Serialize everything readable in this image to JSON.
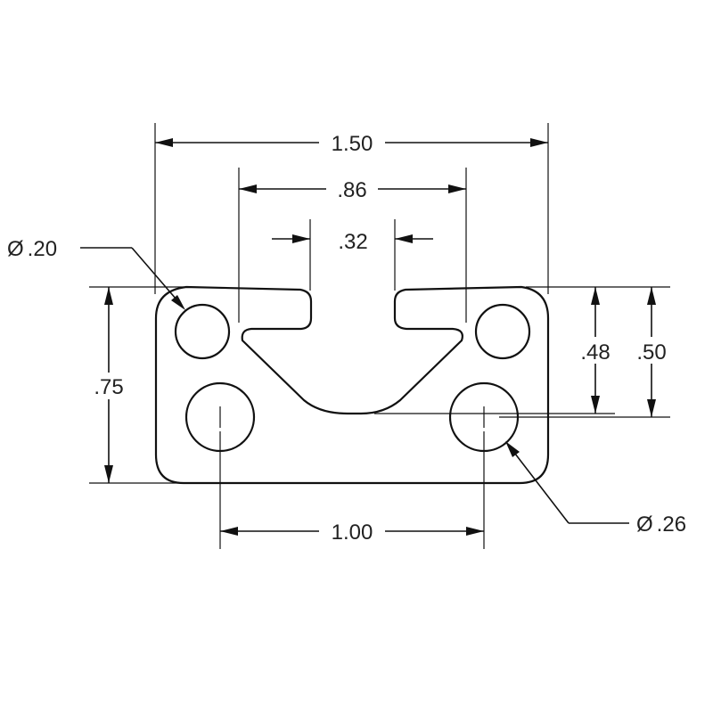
{
  "drawing": {
    "overall_width": "1.50",
    "slot_outer_width": ".86",
    "slot_opening": ".32",
    "small_hole_dia": ".20",
    "large_hole_dia": ".26",
    "overall_height": ".75",
    "small_hole_height": ".48",
    "large_hole_height": ".50",
    "hole_spacing": "1.00",
    "diameter_symbol": "Ø"
  }
}
